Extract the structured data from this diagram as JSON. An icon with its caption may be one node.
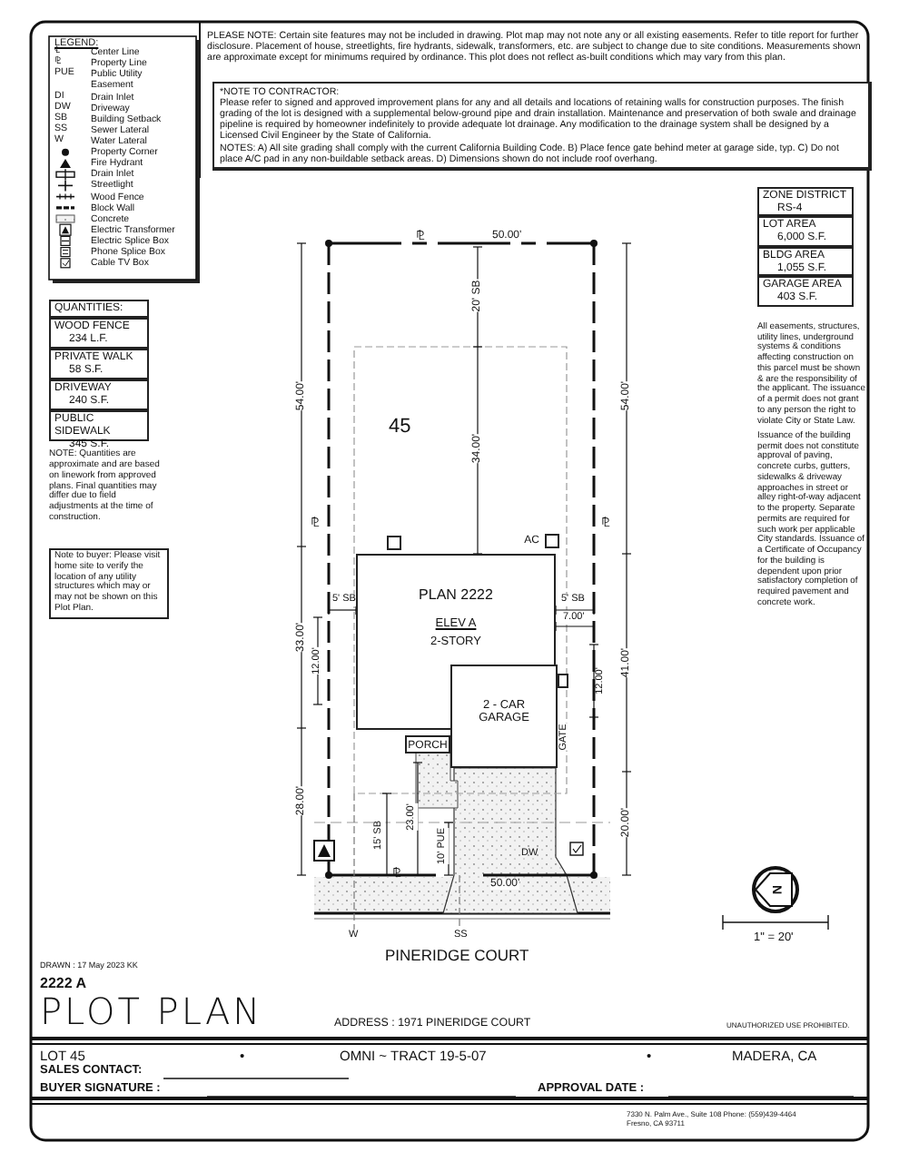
{
  "diagram": {
    "title": "PLOT PLAN",
    "nodes": [
      {
        "text": [
          "*NOTE TO CONTRACTOR:",
          "Please refer to signed and approved improvement plans for any and all details and locations of retaining walls for construction purposes. The finish grading of the lot is designed with a supplemental below-ground pipe and drain installation. Maintenance and preservation of both swale and drainage pipeline is required by homeowner indefinitely to provide adequate lot drainage. Any modification to the drainage system shall be designed by a Licensed Civil Engineer by the State of California.",
          "NOTES: A) All site grading shall comply with the current California Building Code. B) Place fence gate behind meter at garage side, typ. C) Do not place A/C pad in any non-buildable setback areas. D) Dimensions shown do not include roof overhang."
        ]
      },
      {
        "text": [
          "QUANTITIES:"
        ]
      },
      {
        "text": [
          "WOOD FENCE",
          "234 L.F."
        ]
      },
      {
        "text": [
          "PRIVATE WALK",
          "58 S.F."
        ]
      },
      {
        "text": [
          "DRIVEWAY",
          "240 S.F."
        ]
      },
      {
        "text": [
          "PUBLIC SIDEWALK",
          "345 S.F."
        ]
      },
      {
        "text": [
          "Note to buyer: Please visit home site to verify the location of any utility structures which may or may not be shown on this Plot Plan."
        ]
      },
      {
        "text": [
          "ZONE DISTRICT",
          "RS-4"
        ]
      },
      {
        "text": [
          "LOT AREA",
          "6,000 S.F."
        ]
      },
      {
        "text": [
          "BLDG AREA",
          "1,055 S.F."
        ]
      },
      {
        "text": [
          "GARAGE AREA",
          "403 S.F."
        ]
      },
      {
        "text": [
          "PLAN 2222",
          "ELEV A",
          "2-STORY"
        ]
      },
      {
        "text": [
          "2 - CAR GARAGE"
        ]
      },
      {
        "text": [
          "PORCH"
        ]
      },
      {
        "text": [],
        "shape": "box",
        "beside": [
          "AC"
        ]
      },
      {
        "text": [],
        "shape": "box"
      },
      {
        "text": [],
        "shape": "box"
      }
    ],
    "labels": [
      "LEGEND:",
      "℄",
      "⅊",
      "PUE",
      "DI",
      "DW",
      "SB",
      "SS",
      "W",
      "PLEASE NOTE: Certain site features may not be included in drawing. Plot map may not note any or all existing easements. Refer to title report for further disclosure. Placement of house, streetlights, fire hydrants, sidewalk, transformers, etc. are subject to change due to site conditions. Measurements shown are approximate except for minimums required by ordinance. This plot does not reflect as-built conditions which may vary from this plan.",
      "NOTE: Quantities are approximate and are based on linework from approved plans. Final quantities may differ due to field adjustments at the time of construction.",
      "⅊",
      "50.00'",
      "20' SB",
      "45",
      "34.00'",
      "54.00'",
      "54.00'",
      "⅊",
      "⅊",
      "5' SB",
      "5' SB",
      "7.00'",
      "12.00'",
      "12.00'",
      "41.00'",
      "33.00'",
      "GATE",
      "28.00'",
      "20.00'",
      "15' SB",
      "23.00'",
      "10' PUE",
      "DW",
      "⅊",
      "50.00'",
      "W",
      "SS",
      "PINERIDGE COURT",
      "1\" = 20'",
      "N",
      "All easements, structures, utility lines, underground systems & conditions affecting construction on this parcel must be shown & are the responsibility of the applicant. The issuance of a permit does not grant to any person the right to violate City or State Law.",
      "Issuance of the building permit does not constitute approval of paving, concrete curbs, gutters, sidewalks & driveway approaches in street or alley right-of-way adjacent to the property. Separate permits are required for such work per applicable City standards. Issuance of a Certificate of Occupancy for the building is dependent upon prior satisfactory completion of required pavement and concrete work.",
      "DRAWN : 17 May 2023 KK",
      "2222 A",
      "ADDRESS : 1971 PINERIDGE COURT",
      "UNAUTHORIZED USE PROHIBITED.",
      "LOT 45",
      "•",
      "OMNI ~ TRACT 19-5-07",
      "•",
      "MADERA, CA",
      "SALES CONTACT:",
      "BUYER SIGNATURE :",
      "APPROVAL DATE :",
      "7330 N. Palm Ave., Suite 108   Phone: (559)439-4464",
      "Fresno, CA 93711"
    ],
    "legend": [
      {
        "text": "Center Line"
      },
      {
        "text": "Property Line"
      },
      {
        "text": "Public Utility Easement"
      },
      {
        "text": "Drain Inlet"
      },
      {
        "text": "Driveway"
      },
      {
        "text": "Building Setback"
      },
      {
        "text": "Sewer Lateral"
      },
      {
        "text": "Water Lateral"
      },
      {
        "text": "Property Corner"
      },
      {
        "text": "Fire Hydrant"
      },
      {
        "text": "Drain Inlet"
      },
      {
        "text": "Streetlight"
      },
      {
        "text": "Wood Fence"
      },
      {
        "text": "Block Wall"
      },
      {
        "text": "Concrete"
      },
      {
        "text": "Electric Transformer"
      },
      {
        "text": "Electric Splice Box"
      },
      {
        "text": "Phone Splice Box"
      },
      {
        "text": "Cable TV Box"
      }
    ]
  }
}
